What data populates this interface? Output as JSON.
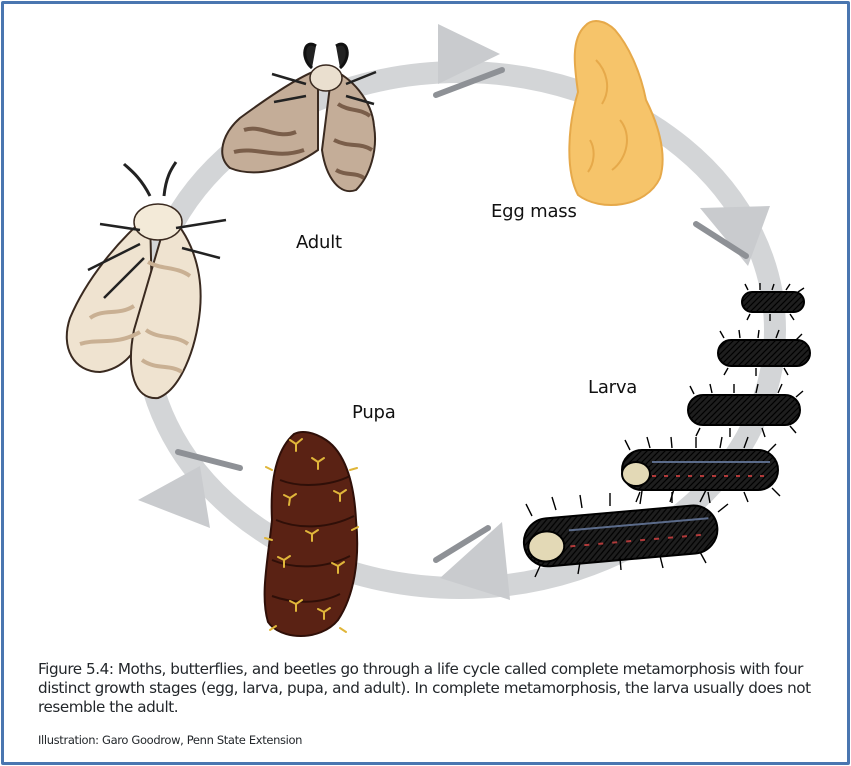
{
  "labels": {
    "egg_mass": "Egg mass",
    "larva": "Larva",
    "pupa": "Pupa",
    "adult": "Adult"
  },
  "caption": "Figure 5.4: Moths, butterflies, and beetles go through a life cycle called complete metamorphosis with four distinct growth stages (egg, larva, pupa, and adult). In complete metamorphosis, the larva usually does not resemble the adult.",
  "credit": "Illustration: Garo Goodrow, Penn State Extension",
  "colors": {
    "frame": "#4a76b0",
    "cycle_ring": "#d3d5d7",
    "cycle_ticks": "#8e9196",
    "egg_mass": "#f6c46a",
    "pupa": "#5a2214",
    "pupa_hairs": "#e0b63a",
    "larva": "#1a1a1a",
    "moth_dark": "#b49c88",
    "moth_light": "#efe3d0"
  },
  "icons": [
    "adult-male-moth-icon",
    "adult-female-moth-icon",
    "egg-mass-icon",
    "larva-instar-icon",
    "pupa-icon",
    "cycle-arrow-icon"
  ]
}
